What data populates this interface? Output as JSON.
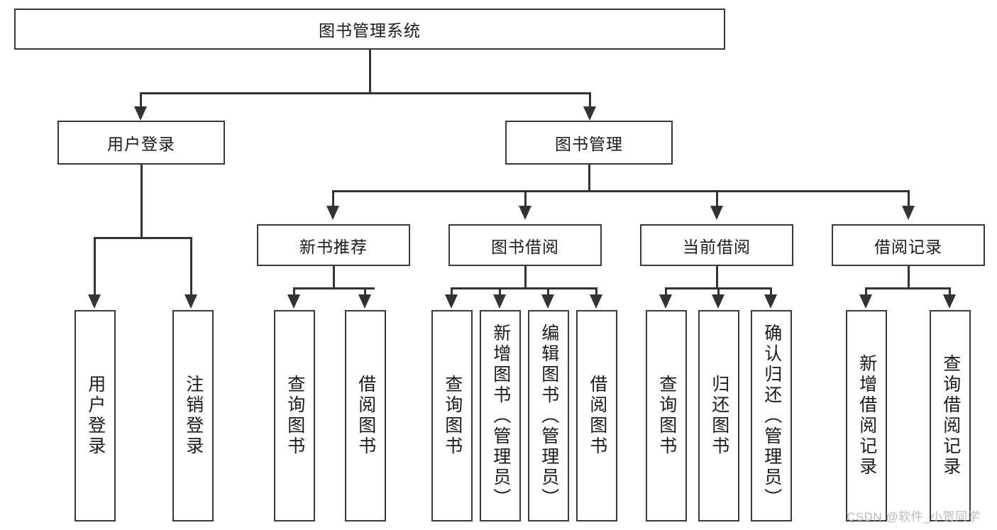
{
  "diagram": {
    "type": "tree-hierarchy",
    "title": "图书管理系统",
    "root": {
      "id": "root",
      "label": "图书管理系统",
      "orientation": "horizontal"
    },
    "level2": [
      {
        "id": "user-login",
        "label": "用户登录",
        "orientation": "horizontal"
      },
      {
        "id": "book-management",
        "label": "图书管理",
        "orientation": "horizontal"
      }
    ],
    "level3": [
      {
        "id": "new-book-recommend",
        "label": "新书推荐",
        "orientation": "horizontal",
        "parent": "book-management"
      },
      {
        "id": "book-borrow",
        "label": "图书借阅",
        "orientation": "horizontal",
        "parent": "book-management"
      },
      {
        "id": "current-borrow",
        "label": "当前借阅",
        "orientation": "horizontal",
        "parent": "book-management"
      },
      {
        "id": "borrow-record",
        "label": "借阅记录",
        "orientation": "horizontal",
        "parent": "book-management"
      }
    ],
    "leaves": [
      {
        "id": "leaf-user-login",
        "label": "用户登录",
        "orientation": "vertical",
        "parent": "user-login"
      },
      {
        "id": "leaf-user-logout",
        "label": "注销登录",
        "orientation": "vertical",
        "parent": "user-login"
      },
      {
        "id": "leaf-query-book-1",
        "label": "查询图书",
        "orientation": "vertical",
        "parent": "new-book-recommend"
      },
      {
        "id": "leaf-borrow-book-1",
        "label": "借阅图书",
        "orientation": "vertical",
        "parent": "new-book-recommend"
      },
      {
        "id": "leaf-query-book-2",
        "label": "查询图书",
        "orientation": "vertical",
        "parent": "book-borrow"
      },
      {
        "id": "leaf-add-book",
        "label": "新增图书（管理员）",
        "orientation": "vertical",
        "parent": "book-borrow"
      },
      {
        "id": "leaf-edit-book",
        "label": "编辑图书（管理员）",
        "orientation": "vertical",
        "parent": "book-borrow"
      },
      {
        "id": "leaf-borrow-book-2",
        "label": "借阅图书",
        "orientation": "vertical",
        "parent": "book-borrow"
      },
      {
        "id": "leaf-query-book-3",
        "label": "查询图书",
        "orientation": "vertical",
        "parent": "current-borrow"
      },
      {
        "id": "leaf-return-book",
        "label": "归还图书",
        "orientation": "vertical",
        "parent": "current-borrow"
      },
      {
        "id": "leaf-confirm-return",
        "label": "确认归还（管理员）",
        "orientation": "vertical",
        "parent": "current-borrow"
      },
      {
        "id": "leaf-add-record",
        "label": "新增借阅记录",
        "orientation": "vertical",
        "parent": "borrow-record"
      },
      {
        "id": "leaf-query-record",
        "label": "查询借阅记录",
        "orientation": "vertical",
        "parent": "borrow-record"
      }
    ],
    "watermark": "CSDN @软件_小贺同学",
    "colors": {
      "border": "#3a3a3a",
      "line": "#333333",
      "text": "#1a1a1a",
      "background": "#ffffff",
      "watermark": "#b9b9b9"
    }
  }
}
